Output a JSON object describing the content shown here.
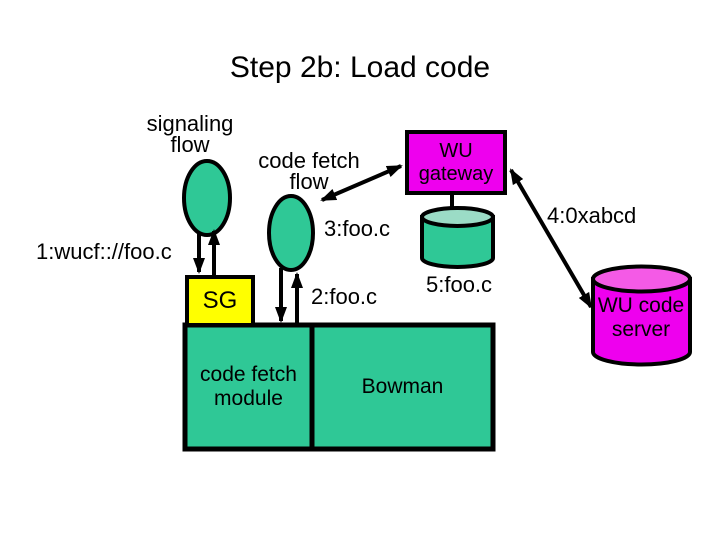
{
  "slide": {
    "title": "Step 2b: Load code",
    "labels": {
      "signaling_flow": "signaling\nflow",
      "code_fetch_flow": "code fetch\nflow",
      "step1": "1:wucf:://foo.c",
      "step2": "2:foo.c",
      "step3": "3:foo.c",
      "step4": "4:0xabcd",
      "step5": "5:foo.c"
    },
    "nodes": {
      "sg": "SG",
      "wu_gateway": "WU\ngateway",
      "code_fetch_module": "code fetch\nmodule",
      "bowman": "Bowman",
      "wu_code_server": "WU code\nserver"
    },
    "colors": {
      "teal": "#2FC896",
      "teal_light": "#9BDCC6",
      "magenta": "#EE00EE",
      "magenta_light": "#F45AE6",
      "yellow": "#FFFF00",
      "outline": "#000000",
      "background": "#FFFFFF"
    }
  }
}
